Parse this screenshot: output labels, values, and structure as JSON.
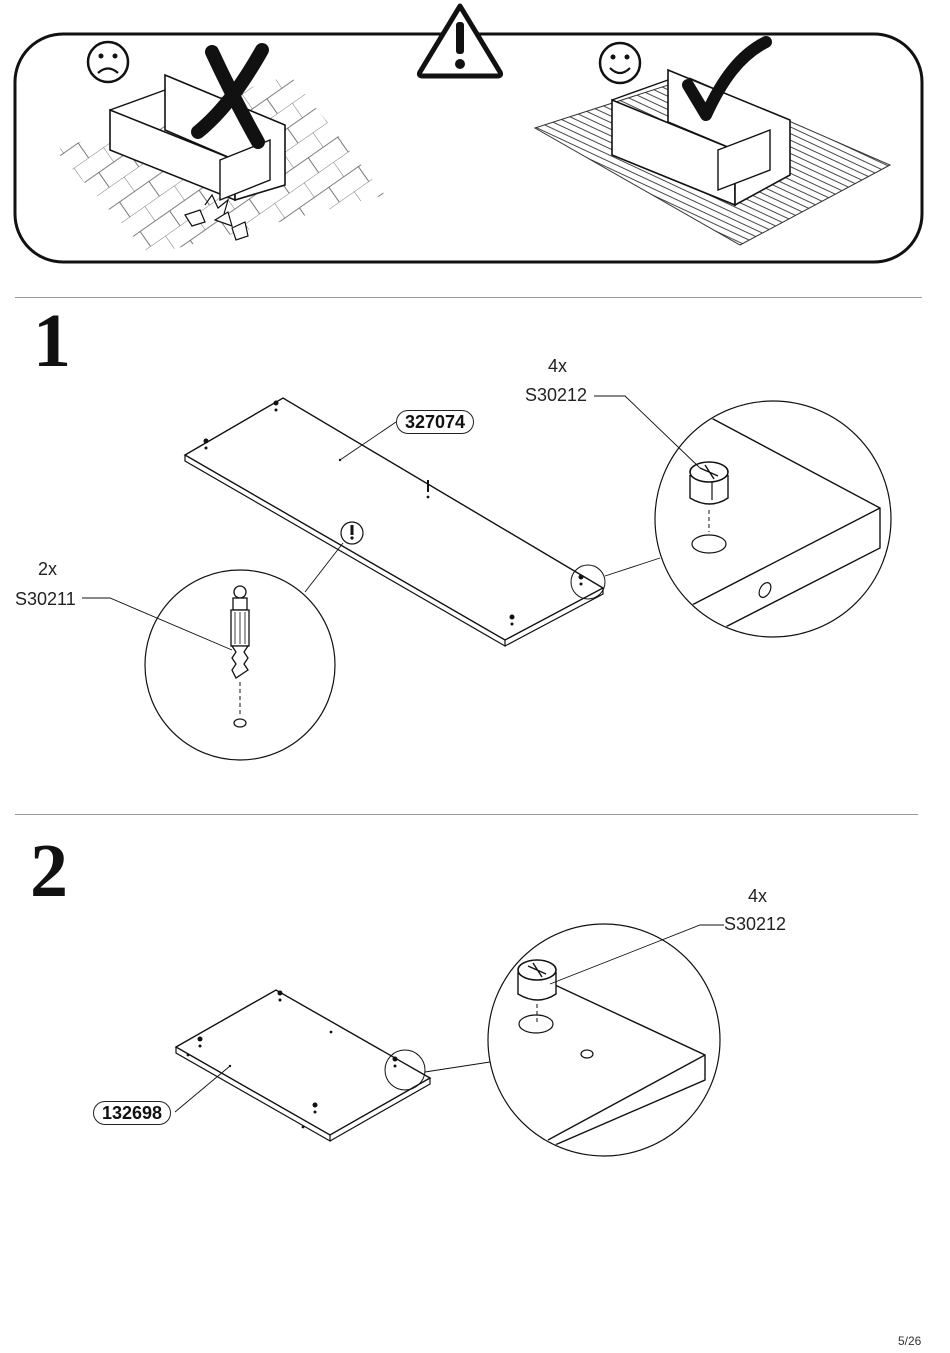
{
  "warning": {
    "bad_icon": "sad-face-icon",
    "good_icon": "smiley-face-icon",
    "alert_icon": "exclamation-triangle-icon"
  },
  "steps": [
    {
      "number": "1",
      "panel_code": "327074",
      "fittings": [
        {
          "qty": "4x",
          "code": "S30212"
        },
        {
          "qty": "2x",
          "code": "S30211"
        }
      ]
    },
    {
      "number": "2",
      "panel_code": "132698",
      "fittings": [
        {
          "qty": "4x",
          "code": "S30212"
        }
      ]
    }
  ],
  "page_number": "5/26"
}
